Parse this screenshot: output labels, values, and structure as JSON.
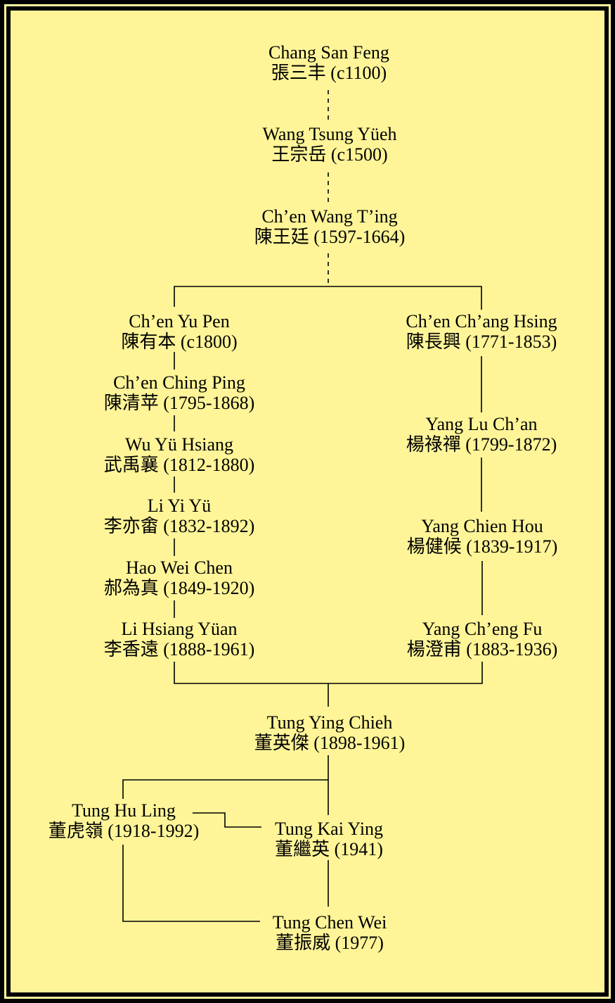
{
  "nodes": [
    {
      "id": "chang-san-feng",
      "name": "Chang San Feng",
      "detail": "張三丰 (c1100)"
    },
    {
      "id": "wang-tsung-yueh",
      "name": "Wang Tsung Yüeh",
      "detail": "王宗岳 (c1500)"
    },
    {
      "id": "chen-wang-ting",
      "name": "Ch’en Wang T’ing",
      "detail": "陳王廷 (1597-1664)"
    },
    {
      "id": "chen-yu-pen",
      "name": "Ch’en Yu Pen",
      "detail": "陳有本 (c1800)"
    },
    {
      "id": "chen-chang-hsing",
      "name": "Ch’en Ch’ang Hsing",
      "detail": "陳長興 (1771-1853)"
    },
    {
      "id": "chen-ching-ping",
      "name": "Ch’en Ching Ping",
      "detail": "陳清苹 (1795-1868)"
    },
    {
      "id": "yang-lu-chan",
      "name": "Yang Lu Ch’an",
      "detail": "楊祿禪 (1799-1872)"
    },
    {
      "id": "wu-yu-hsiang",
      "name": "Wu Yü Hsiang",
      "detail": "武禹襄 (1812-1880)"
    },
    {
      "id": "li-yi-yu",
      "name": "Li Yi Yü",
      "detail": "李亦畬 (1832-1892)"
    },
    {
      "id": "yang-chien-hou",
      "name": "Yang Chien Hou",
      "detail": "楊健候 (1839-1917)"
    },
    {
      "id": "hao-wei-chen",
      "name": "Hao Wei Chen",
      "detail": "郝為真 (1849-1920)"
    },
    {
      "id": "li-hsiang-yuan",
      "name": "Li Hsiang Yüan",
      "detail": "李香遠 (1888-1961)"
    },
    {
      "id": "yang-cheng-fu",
      "name": "Yang Ch’eng Fu",
      "detail": "楊澄甫 (1883-1936)"
    },
    {
      "id": "tung-ying-chieh",
      "name": "Tung Ying Chieh",
      "detail": "董英傑 (1898-1961)"
    },
    {
      "id": "tung-hu-ling",
      "name": "Tung Hu Ling",
      "detail": "董虎嶺 (1918-1992)"
    },
    {
      "id": "tung-kai-ying",
      "name": "Tung Kai Ying",
      "detail": "董繼英 (1941)"
    },
    {
      "id": "tung-chen-wei",
      "name": "Tung Chen Wei",
      "detail": "董振威 (1977)"
    }
  ]
}
